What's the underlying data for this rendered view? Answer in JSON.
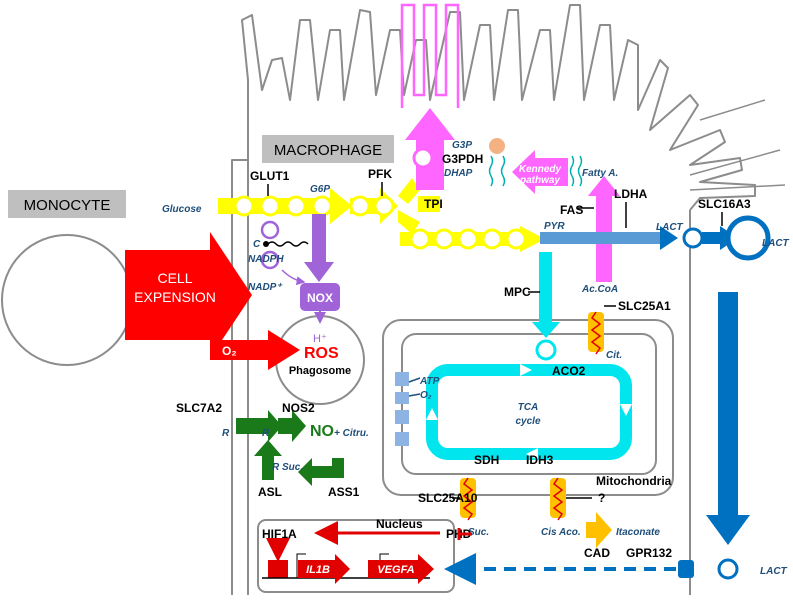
{
  "cells": {
    "monocyte": "MONOCYTE",
    "macrophage": "MACROPHAGE",
    "expansion_line1": "CELL",
    "expansion_line2": "EXPENSION"
  },
  "transporters": {
    "glut1": "GLUT1",
    "slc16a3": "SLC16A3",
    "mpc": "MPC",
    "slc25a1": "SLC25A1",
    "slc7a2": "SLC7A2",
    "slc25a10": "SLC25A10",
    "unknown": "?",
    "gpr132": "GPR132"
  },
  "enzymes": {
    "pfk": "PFK",
    "tpi": "TPI",
    "g3pdh": "G3PDH",
    "fas": "FAS",
    "ldha": "LDHA",
    "nox": "NOX",
    "nos2": "NOS2",
    "asl": "ASL",
    "ass1": "ASS1",
    "aco2": "ACO2",
    "sdh": "SDH",
    "idh3": "IDH3",
    "phd": "PHD",
    "cad": "CAD",
    "hif1a": "HIF1A"
  },
  "metabolites": {
    "glucose": "Glucose",
    "g6p": "G6P",
    "g3p": "G3P",
    "dhap": "DHAP",
    "fatty_a": "Fatty A.",
    "pyr": "PYR",
    "lact1": "LACT",
    "lact2": "LACT",
    "lact3": "LACT",
    "ac_coa": "Ac.CoA",
    "cit": "Cit.",
    "nadph": "NADPH",
    "nadp": "NADP⁺",
    "c": "C",
    "o2_ros": "O₂",
    "h_plus": "H⁺",
    "ros": "ROS",
    "phagosome": "Phagosome",
    "atp": "ATP",
    "o2_mito": "O₂",
    "tca_line1": "TCA",
    "tca_line2": "cycle",
    "r1": "R",
    "r2": "R",
    "no": "NO",
    "citru": "+ Citru.",
    "r_suc": "R Suc.",
    "suc": "Suc.",
    "cis_aco": "Cis Aco.",
    "itaconate": "Itaconate",
    "kennedy_line1": "Kennedy",
    "kennedy_line2": "pathway"
  },
  "compartments": {
    "mitochondria": "Mitochondria",
    "nucleus": "Nucleus"
  },
  "genes": {
    "il1b": "IL1B",
    "vegfa": "VEGFA"
  },
  "colors": {
    "glycolysis": "#ffff00",
    "tca": "#00e5ee",
    "lipid": "#ff66ff",
    "nox": "#a064d8",
    "ros_red": "#ff0000",
    "no_green": "#1a7a1a",
    "lactate_blue": "#0070c0",
    "orange": "#ffc000",
    "membrane_grey": "#808080"
  }
}
